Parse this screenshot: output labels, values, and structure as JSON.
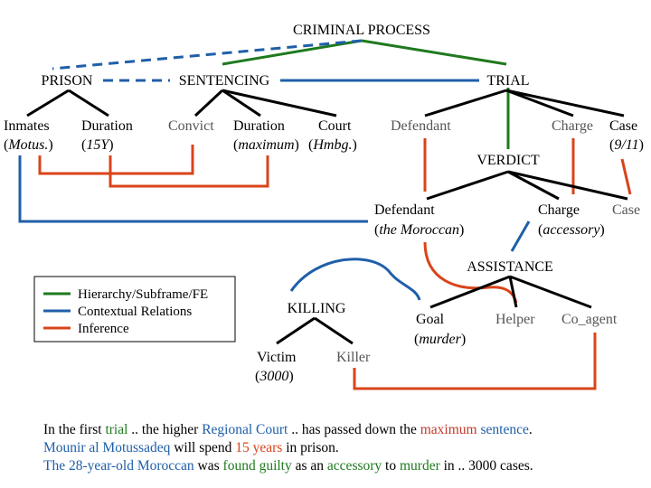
{
  "nodes": {
    "criminal_process": "CRIMINAL PROCESS",
    "prison": "PRISON",
    "sentencing": "SENTENCING",
    "trial": "TRIAL",
    "inmates": "Inmates",
    "inmates_val": "Motus.",
    "duration": "Duration",
    "duration_val": "15Y",
    "convict": "Convict",
    "duration2": "Duration",
    "duration2_val": "maximum",
    "court": "Court",
    "court_val": "Hmbg.",
    "defendant": "Defendant",
    "charge": "Charge",
    "case": "Case",
    "case_val": "9/11",
    "verdict": "VERDICT",
    "defendant2": "Defendant",
    "defendant2_val": "the Moroccan",
    "charge2": "Charge",
    "charge2_val": "accessory",
    "case2": "Case",
    "assistance": "ASSISTANCE",
    "killing": "KILLING",
    "goal": "Goal",
    "goal_val": "murder",
    "helper": "Helper",
    "co_agent": "Co_agent",
    "victim": "Victim",
    "victim_val": "3000",
    "killer": "Killer"
  },
  "legend": {
    "items": [
      {
        "label": "Hierarchy/Subframe/FE",
        "color": "#1e7a1e"
      },
      {
        "label": "Contextual Relations",
        "color": "#1f5fa8"
      },
      {
        "label": "Inference",
        "color": "#d9441a"
      }
    ]
  },
  "colors": {
    "hierarchy": "#1e7a1e",
    "contextual": "#1f5fa8",
    "inference": "#d9441a",
    "frame": "#000000",
    "role_gray": "#555555"
  },
  "caption": {
    "lines": [
      [
        {
          "t": "In the first ",
          "c": "#000000"
        },
        {
          "t": "trial",
          "c": "#1e7a1e"
        },
        {
          "t": " .. the higher ",
          "c": "#000000"
        },
        {
          "t": "Regional Court",
          "c": "#1f5fa8"
        },
        {
          "t": " .. has passed down the ",
          "c": "#000000"
        },
        {
          "t": "maximum",
          "c": "#c0392b"
        },
        {
          "t": " ",
          "c": "#000000"
        },
        {
          "t": "sentence",
          "c": "#1f5fa8"
        },
        {
          "t": ".",
          "c": "#000000"
        }
      ],
      [
        {
          "t": "Mounir al Motussadeq",
          "c": "#1f5fa8"
        },
        {
          "t": " will spend ",
          "c": "#000000"
        },
        {
          "t": "15 years",
          "c": "#d9441a"
        },
        {
          "t": " in prison.",
          "c": "#000000"
        }
      ],
      [
        {
          "t": "The 28-year-old Moroccan",
          "c": "#1f5fa8"
        },
        {
          "t": " was ",
          "c": "#000000"
        },
        {
          "t": "found guilty",
          "c": "#1e7a1e"
        },
        {
          "t": " as an ",
          "c": "#000000"
        },
        {
          "t": "accessory",
          "c": "#1e7a1e"
        },
        {
          "t": " to ",
          "c": "#000000"
        },
        {
          "t": "murder",
          "c": "#1e7a1e"
        },
        {
          "t": " in .. 3000 cases.",
          "c": "#000000"
        }
      ]
    ]
  }
}
